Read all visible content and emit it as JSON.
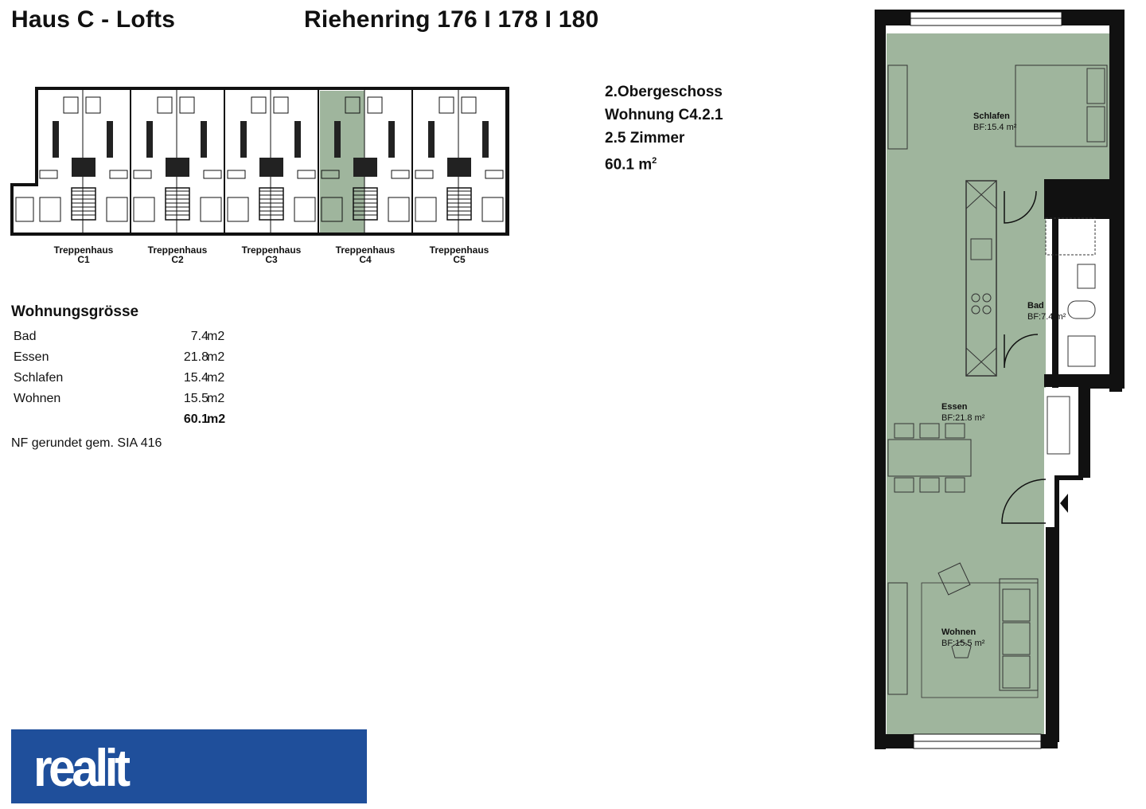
{
  "header": {
    "title": "Haus C - Lofts",
    "address": "Riehenring 176 I 178 I 180"
  },
  "apartment": {
    "floor": "2.Obergeschoss",
    "unit": "Wohnung C4.2.1",
    "rooms": "2.5 Zimmer",
    "area": "60.1 m",
    "area_sup": "2"
  },
  "stairwells": [
    {
      "line1": "Treppenhaus",
      "line2": "C1"
    },
    {
      "line1": "Treppenhaus",
      "line2": "C2"
    },
    {
      "line1": "Treppenhaus",
      "line2": "C3"
    },
    {
      "line1": "Treppenhaus",
      "line2": "C4"
    },
    {
      "line1": "Treppenhaus",
      "line2": "C5"
    }
  ],
  "sizes": {
    "title": "Wohnungsgrösse",
    "rows": [
      {
        "name": "Bad",
        "value": "7.4",
        "unit": "m2"
      },
      {
        "name": "Essen",
        "value": "21.8",
        "unit": "m2"
      },
      {
        "name": "Schlafen",
        "value": "15.4",
        "unit": "m2"
      },
      {
        "name": "Wohnen",
        "value": "15.5",
        "unit": "m2"
      }
    ],
    "total": {
      "value": "60.1",
      "unit": "m2"
    },
    "note": "NF gerundet gem. SIA 416"
  },
  "floorplan": {
    "rooms": [
      {
        "name": "Schlafen",
        "bf": "BF:15.4 m²"
      },
      {
        "name": "Bad",
        "bf": "BF:7.4 m²"
      },
      {
        "name": "Essen",
        "bf": "BF:21.8 m²"
      },
      {
        "name": "Wohnen",
        "bf": "BF:15.5 m²"
      }
    ],
    "fill_color": "#9fb59d",
    "highlight_color": "#9fb59d"
  },
  "logo": {
    "text": "realit",
    "color": "#1f4f9b"
  }
}
